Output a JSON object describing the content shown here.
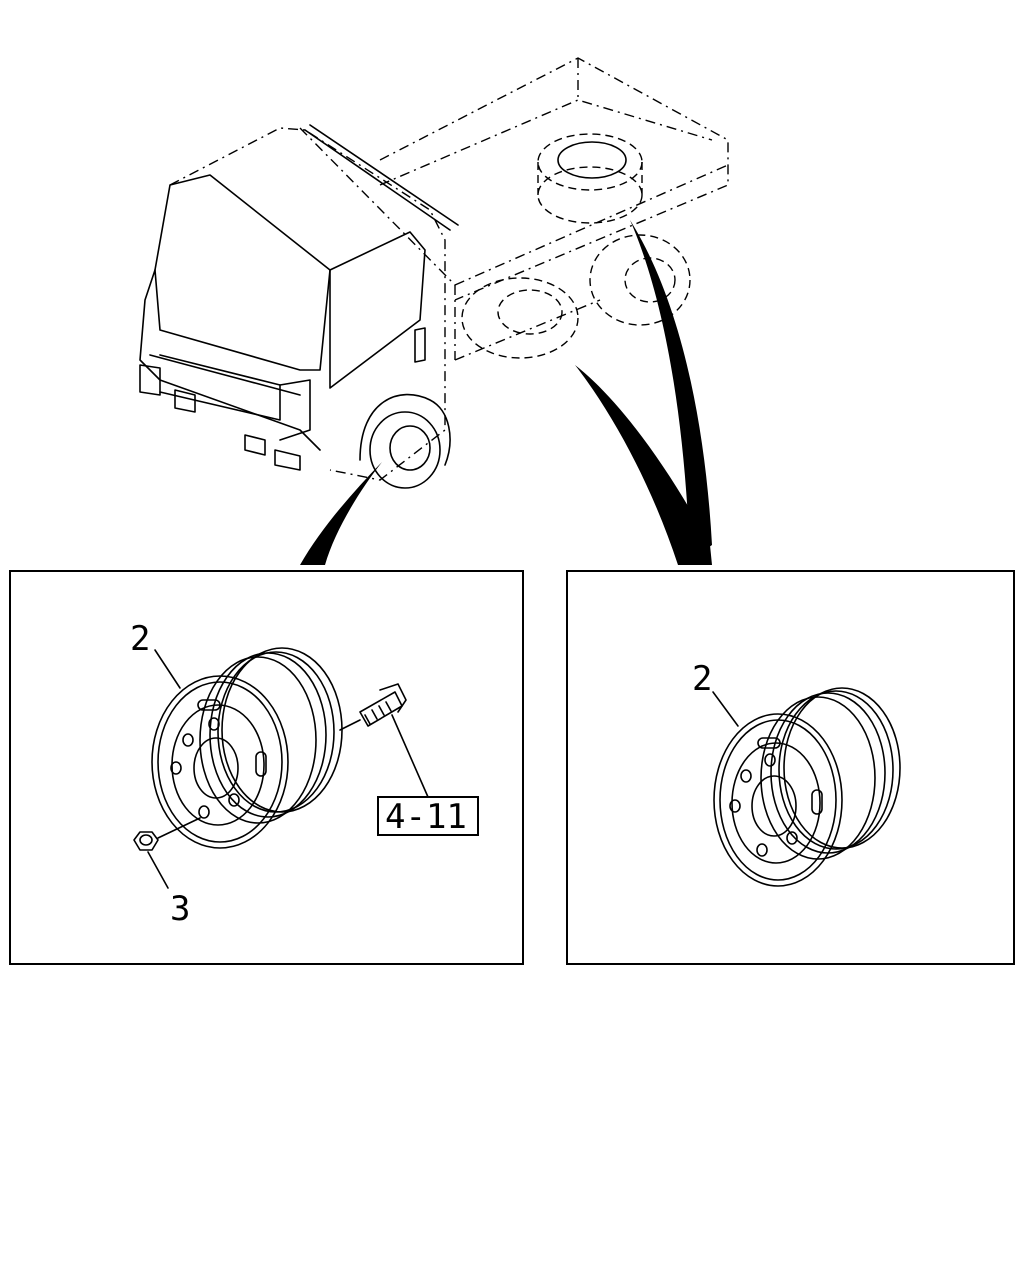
{
  "callouts": {
    "left_wheel": "2",
    "left_nut": "3",
    "left_bolt_ref": "4-11",
    "right_wheel": "2"
  },
  "panels": [
    {
      "name": "front-wheel-panel"
    },
    {
      "name": "rear-spare-wheel-panel"
    }
  ],
  "colors": {
    "line": "#000000",
    "background": "#ffffff"
  }
}
